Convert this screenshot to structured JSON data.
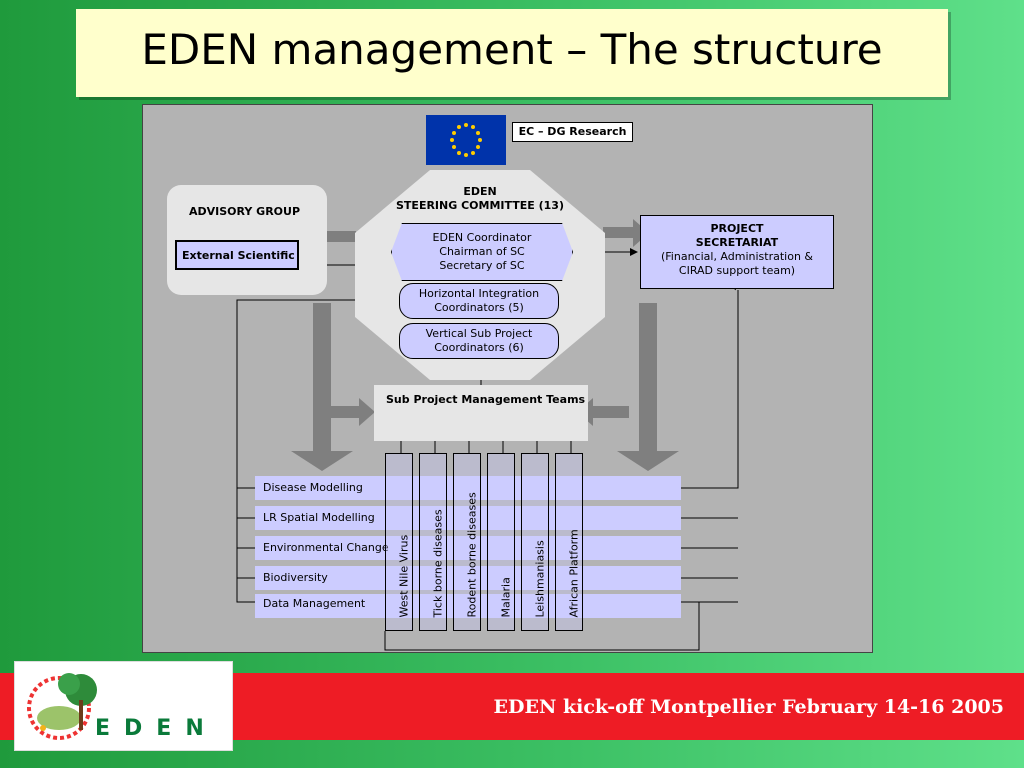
{
  "slide": {
    "title": "EDEN management – The structure",
    "footer": "EDEN kick-off Montpellier February 14-16 2005",
    "logo_text": "EDEN"
  },
  "diagram": {
    "ec_label": "EC – DG Research",
    "advisory_group": "ADVISORY GROUP",
    "external_scientific": "External Scientific",
    "steering_title_1": "EDEN",
    "steering_title_2": "STEERING COMMITTEE (13)",
    "coordinator": [
      "EDEN Coordinator",
      "Chairman of SC",
      "Secretary of SC"
    ],
    "horizontal": [
      "Horizontal Integration",
      "Coordinators (5)"
    ],
    "vertical": [
      "Vertical Sub Project",
      "Coordinators (6)"
    ],
    "secretariat_title_1": "PROJECT",
    "secretariat_title_2": "SECRETARIAT",
    "secretariat_sub_1": "(Financial, Administration &",
    "secretariat_sub_2": "CIRAD support team)",
    "spm_teams": "Sub Project Management Teams",
    "horizontal_rows": [
      "Disease Modelling",
      "LR Spatial Modelling",
      "Environmental Change",
      "Biodiversity",
      "Data Management"
    ],
    "vertical_columns": [
      "West Nile Virus",
      "Tick borne diseases",
      "Rodent borne diseases",
      "Malaria",
      "Leishmaniasis",
      "African Platform"
    ]
  },
  "colors": {
    "title_bg": "#ffffcc",
    "diagram_bg": "#b3b3b3",
    "box_fill": "#ccccff",
    "footer_red": "#ee1c25",
    "logo_green": "#0a7a3a"
  }
}
